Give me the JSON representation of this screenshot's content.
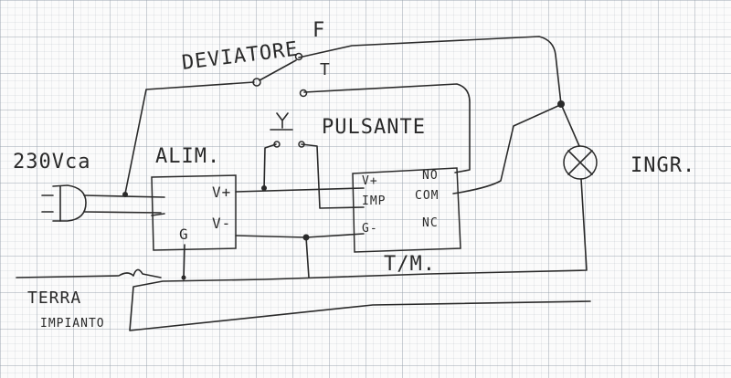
{
  "labels": {
    "deviatore": "DEVIATORE",
    "deviatore_f": "F",
    "deviatore_t": "T",
    "pulsante": "PULSANTE",
    "mains": "230Vca",
    "alim": "ALIM.",
    "alim_vplus": "V+",
    "alim_vminus": "V-",
    "alim_g": "G",
    "tim": "T/M.",
    "tim_vplus": "V+",
    "tim_imp": "IMP",
    "tim_gnd": "G-",
    "tim_no": "NO",
    "tim_com": "COM",
    "tim_nc": "NC",
    "lamp": "INGR.",
    "earth_1": "TERRA",
    "earth_2": "IMPIANTO"
  }
}
